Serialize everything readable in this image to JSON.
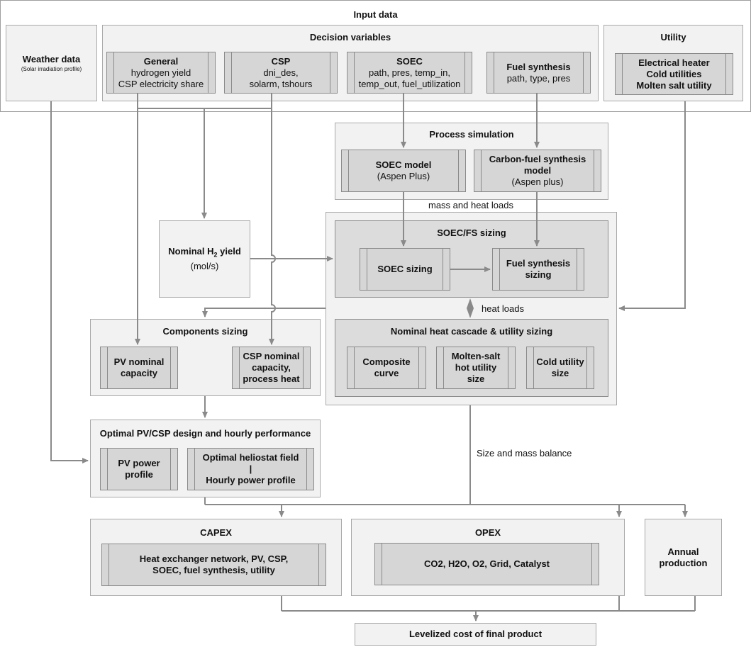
{
  "input_data": {
    "title": "Input data"
  },
  "weather": {
    "title": "Weather data",
    "subtitle": "(Solar irradiation profile)"
  },
  "decision_variables": {
    "title": "Decision variables",
    "general": {
      "title": "General",
      "line1": "hydrogen yield",
      "line2": "CSP electricity share"
    },
    "csp": {
      "title": "CSP",
      "line1": "dni_des,",
      "line2": "solarm, tshours"
    },
    "soec": {
      "title": "SOEC",
      "line1": "path, pres, temp_in,",
      "line2": "temp_out, fuel_utilization"
    },
    "fuel_synthesis": {
      "title": "Fuel synthesis",
      "line1": "path, type, pres"
    }
  },
  "utility": {
    "title": "Utility",
    "line1": "Electrical heater",
    "line2": "Cold utilities",
    "line3": "Molten salt utility"
  },
  "process_simulation": {
    "title": "Process simulation",
    "soec_model": {
      "title": "SOEC model",
      "sub": "(Aspen Plus)"
    },
    "carbon_model": {
      "title1": "Carbon-fuel synthesis",
      "title2": "model",
      "sub": "(Aspen plus)"
    }
  },
  "labels": {
    "mass_heat_loads": "mass and heat loads",
    "heat_loads": "heat loads",
    "size_mass_balance": "Size and mass balance"
  },
  "nominal_h2": {
    "title_pre": "Nominal H",
    "title_sub": "2",
    "title_post": " yield",
    "unit": "(mol/s)"
  },
  "soec_fs_sizing": {
    "title": "SOEC/FS sizing",
    "soec_sizing": "SOEC sizing",
    "fuel_synthesis_sizing1": "Fuel synthesis",
    "fuel_synthesis_sizing2": "sizing"
  },
  "heat_cascade": {
    "title": "Nominal heat cascade & utility sizing",
    "composite1": "Composite",
    "composite2": "curve",
    "molten1": "Molten-salt",
    "molten2": "hot utility",
    "molten3": "size",
    "cold1": "Cold utility",
    "cold2": "size"
  },
  "components_sizing": {
    "title": "Components sizing",
    "pv1": "PV nominal",
    "pv2": "capacity",
    "csp1": "CSP nominal",
    "csp2": "capacity,",
    "csp3": "process heat"
  },
  "optimal_design": {
    "title": "Optimal PV/CSP design and hourly performance",
    "pv1": "PV power",
    "pv2": "profile",
    "helio1": "Optimal heliostat field",
    "helio2": "|",
    "helio3": "Hourly power profile"
  },
  "capex": {
    "title": "CAPEX",
    "line1": "Heat exchanger network, PV, CSP,",
    "line2": "SOEC, fuel synthesis, utility"
  },
  "opex": {
    "title": "OPEX",
    "line1": "CO2, H2O, O2, Grid, Catalyst"
  },
  "annual": {
    "line1": "Annual",
    "line2": "production"
  },
  "levelized": {
    "title": "Levelized cost of final product"
  }
}
